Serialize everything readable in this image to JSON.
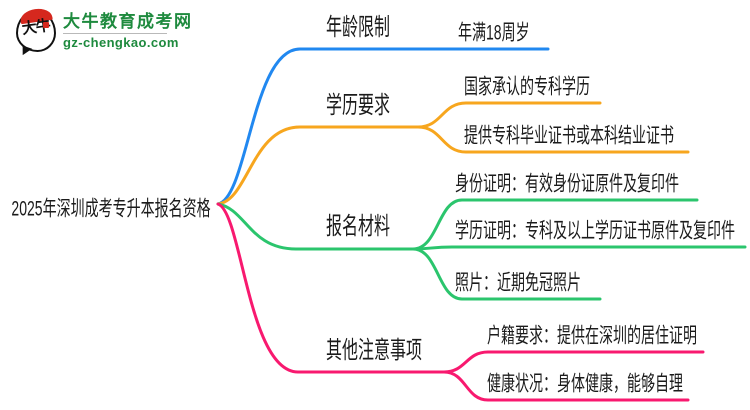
{
  "brand": {
    "logo_characters": "大牛",
    "site_name": "大牛教育成考网",
    "site_url": "gz-chengkao.com",
    "brand_green": "#1e8a3e",
    "seal_red": "#d5281e"
  },
  "mindmap": {
    "root": {
      "label": "2025年深圳成考专升本报名资格"
    },
    "branches": [
      {
        "label": "年龄限制",
        "color": "#2188f0",
        "children": [
          {
            "label": "年满18周岁"
          }
        ]
      },
      {
        "label": "学历要求",
        "color": "#f7a61e",
        "children": [
          {
            "label": "国家承认的专科学历"
          },
          {
            "label": "提供专科毕业证书或本科结业证书"
          }
        ]
      },
      {
        "label": "报名材料",
        "color": "#2bc56d",
        "children": [
          {
            "label": "身份证明：有效身份证原件及复印件"
          },
          {
            "label": "学历证明：专科及以上学历证书原件及复印件"
          },
          {
            "label": "照片：近期免冠照片"
          }
        ]
      },
      {
        "label": "其他注意事项",
        "color": "#f8196f",
        "children": [
          {
            "label": "户籍要求：提供在深圳的居住证明"
          },
          {
            "label": "健康状况：身体健康，能够自理"
          }
        ]
      }
    ]
  }
}
